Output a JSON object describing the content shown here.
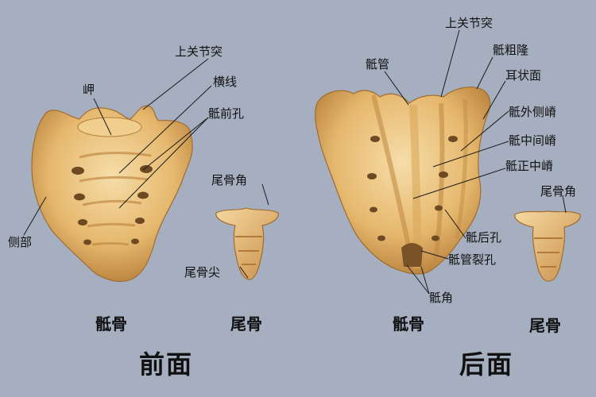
{
  "colors": {
    "background": "#a6afc0",
    "bone_light": "#f3d49a",
    "bone_mid": "#e2b468",
    "bone_dark": "#b07a36",
    "leader_line": "#1a1a1a"
  },
  "front": {
    "labels": {
      "superior_articular_process": "上关节突",
      "promontory": "岬",
      "transverse_ridge": "横线",
      "anterior_sacral_foramen": "骶前孔",
      "lateral_part": "侧部",
      "coccygeal_cornu": "尾骨角",
      "coccyx_apex": "尾骨尖"
    },
    "captions": {
      "sacrum": "骶骨",
      "coccyx": "尾骨"
    },
    "view_title": "前面"
  },
  "back": {
    "labels": {
      "superior_articular_process": "上关节突",
      "sacral_canal": "骶管",
      "sacral_tuberosity": "骶粗隆",
      "auricular_surface": "耳状面",
      "lateral_sacral_crest": "骶外侧嵴",
      "intermediate_sacral_crest": "骶中间嵴",
      "median_sacral_crest": "骶正中嵴",
      "coccygeal_cornu": "尾骨角",
      "posterior_sacral_foramen": "骶后孔",
      "sacral_hiatus": "骶管裂孔",
      "sacral_cornu": "骶角"
    },
    "captions": {
      "sacrum": "骶骨",
      "coccyx": "尾骨"
    },
    "view_title": "后面"
  }
}
